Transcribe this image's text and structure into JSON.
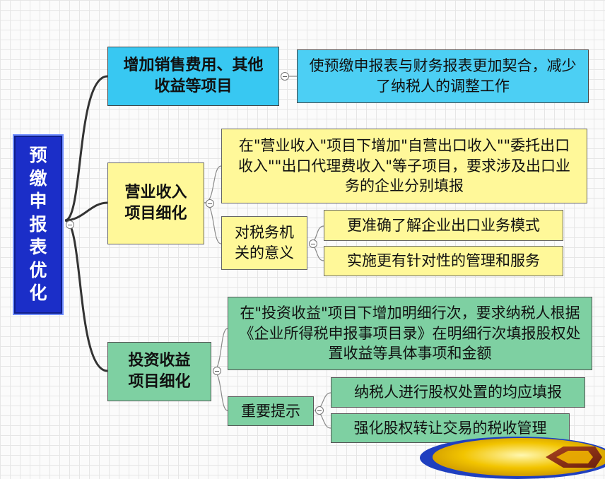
{
  "root": {
    "label": "预缴申报表优化"
  },
  "branch1": {
    "label": "增加销售费用、其他收益等项目",
    "detail": "使预缴申报表与财务报表更加契合，减少了纳税人的调整工作"
  },
  "branch2": {
    "label": "营业收入项目细化",
    "detail": "在\"营业收入\"项目下增加\"自营出口收入\"\"委托出口收入\"\"出口代理费收入\"等子项目，要求涉及出口业务的企业分别填报",
    "sub": {
      "label": "对税务机关的意义",
      "items": [
        "更准确了解企业出口业务模式",
        "实施更有针对性的管理和服务"
      ]
    }
  },
  "branch3": {
    "label": "投资收益项目细化",
    "detail": "在\"投资收益\"项目下增加明细行次，要求纳税人根据《企业所得税申报事项目录》在明细行次填报股权处置收益等具体事项和金额",
    "sub": {
      "label": "重要提示",
      "items": [
        "纳税人进行股权处置的均应填报",
        "强化股权转让交易的税收管理"
      ]
    }
  },
  "colors": {
    "root": "#1b2ec8",
    "branch1": "#38c8f2",
    "branch2": "#fff899",
    "branch3": "#7ed0a2"
  }
}
